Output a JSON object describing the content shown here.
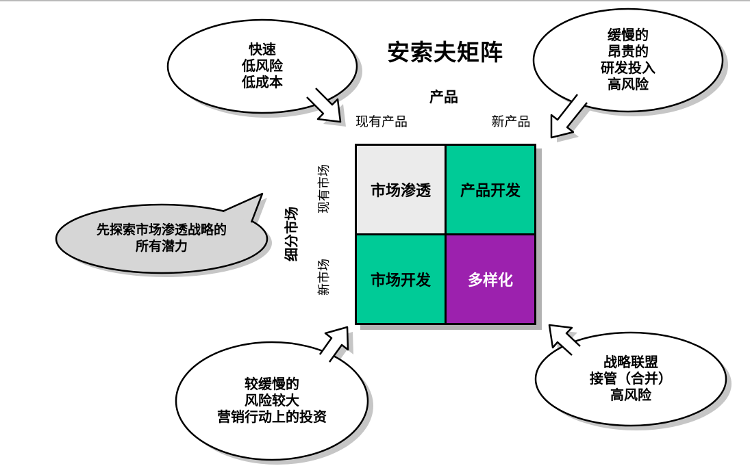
{
  "title": "安索夫矩阵",
  "axes": {
    "product_axis": "产品",
    "market_axis": "细分市场",
    "col_existing": "现有产品",
    "col_new": "新产品",
    "row_existing": "现有市场",
    "row_new": "新市场"
  },
  "matrix": {
    "quadrants": {
      "market_penetration": {
        "label": "市场渗透",
        "bg": "#ebebeb",
        "text_color": "#000000"
      },
      "product_development": {
        "label": "产品开发",
        "bg": "#00cb97",
        "text_color": "#000000"
      },
      "market_development": {
        "label": "市场开发",
        "bg": "#00cb97",
        "text_color": "#000000"
      },
      "diversification": {
        "label": "多样化",
        "bg": "#9c21ae",
        "text_color": "#ffffff"
      }
    }
  },
  "callouts": {
    "top_left": {
      "lines": [
        "快速",
        "低风险",
        "低成本"
      ],
      "fill": "#ffffff"
    },
    "top_right": {
      "lines": [
        "缓慢的",
        "昂贵的",
        "研发投入",
        "高风险"
      ],
      "fill": "#ffffff"
    },
    "left": {
      "lines": [
        "先探索市场渗透战略的",
        "所有潜力"
      ],
      "fill": "#d6d6d6"
    },
    "bottom_left": {
      "lines": [
        "较缓慢的",
        "风险较大",
        "营销行动上的投资"
      ],
      "fill": "#ffffff"
    },
    "bottom_right": {
      "lines": [
        "战略联盟",
        "接管（合并）",
        "高风险"
      ],
      "fill": "#ffffff"
    }
  },
  "colors": {
    "green": "#00cb97",
    "purple": "#9c21ae",
    "gray_cell": "#ebebeb",
    "bubble_gray": "#d6d6d6",
    "shadow": "#c6c6c6",
    "outline": "#000000"
  }
}
